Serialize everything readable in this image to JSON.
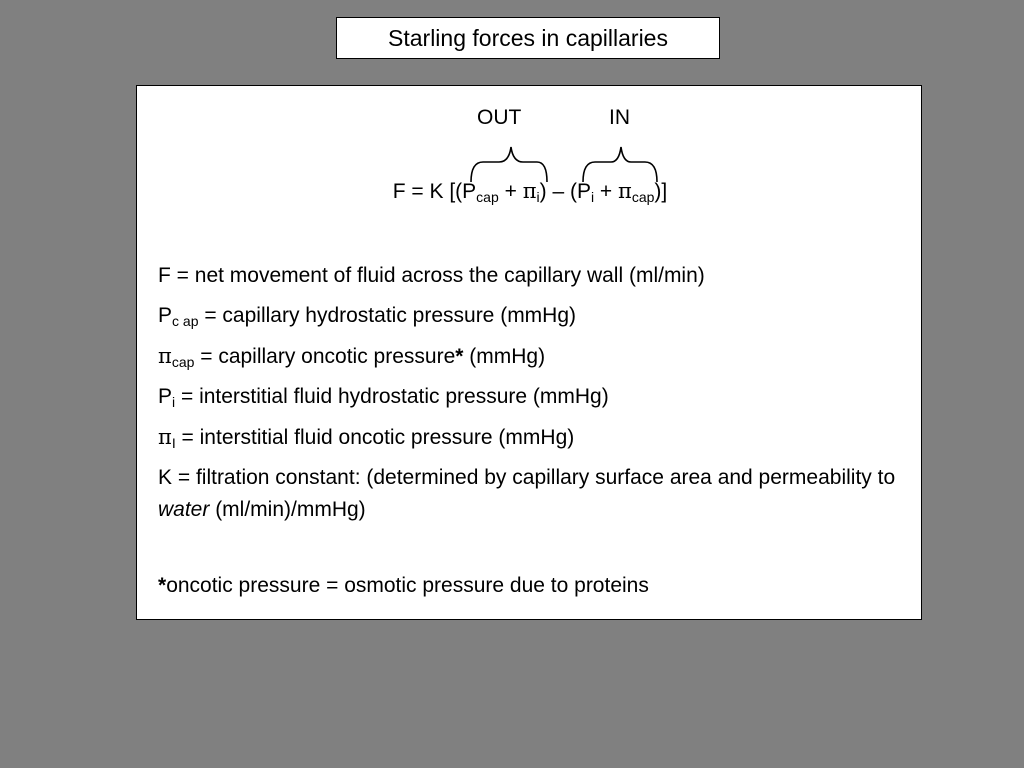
{
  "title": "Starling forces in capillaries",
  "labels": {
    "out": "OUT",
    "in": "IN"
  },
  "equation": {
    "lead": "F = K [(P",
    "sub_cap": "cap",
    "plus1": " + ",
    "pi1": "π",
    "sub_i1": "i",
    "mid": ") – (P",
    "sub_i2": "i",
    "plus2": " + ",
    "pi2": "π",
    "sub_cap2": "cap",
    "end": ")]"
  },
  "definitions": {
    "f": "F = net movement of fluid across the capillary wall (ml/min)",
    "pcap": {
      "sym": "P",
      "sub": "c ap",
      "text": " = capillary hydrostatic pressure (mmHg)"
    },
    "picap": {
      "sym": "π",
      "sub": "cap",
      "text": " = capillary oncotic pressure",
      "star": "*",
      "tail": " (mmHg)"
    },
    "pi": {
      "sym": "P",
      "sub": "i",
      "text": " = interstitial fluid hydrostatic pressure (mmHg)"
    },
    "pii": {
      "sym": "π",
      "sub": "I",
      "text": " = interstitial fluid oncotic pressure (mmHg)"
    },
    "k": {
      "text": "K = filtration constant: (determined by capillary surface area and permeability to ",
      "italic": "water",
      "tail": "  (ml/min)/mmHg)"
    }
  },
  "footnote": {
    "star": "*",
    "text": "oncotic pressure = osmotic pressure due to proteins"
  }
}
